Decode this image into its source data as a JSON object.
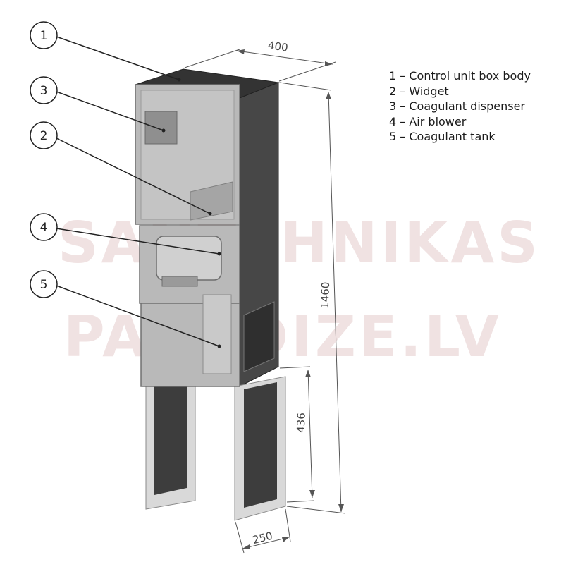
{
  "legend": [
    "1 – Control unit box body",
    "2 – Widget",
    "3 – Coagulant dispenser",
    "4 – Air blower",
    "5 – Coagulant tank"
  ],
  "callouts": [
    "1",
    "3",
    "2",
    "4",
    "5"
  ],
  "dimensions": {
    "depth": "400",
    "height": "1460",
    "leg_height": "436",
    "leg_width": "250"
  },
  "watermark": {
    "line1": "SANTEHNIKAS",
    "line2": "PARADIZE.LV"
  },
  "colors": {
    "dark_panel": "#3d3d3d",
    "glass": "#b9b9b9",
    "frame_edge": "#c8c8c8",
    "dim_line": "#555555"
  }
}
